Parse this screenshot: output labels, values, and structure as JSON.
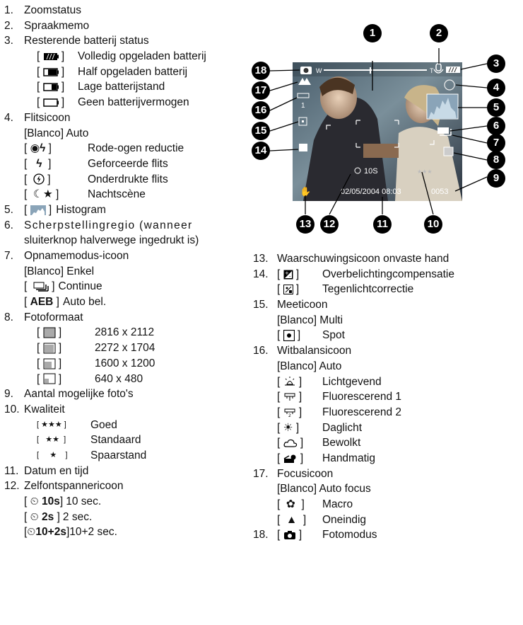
{
  "items_left": [
    {
      "num": "1.",
      "label": "Zoomstatus"
    },
    {
      "num": "2.",
      "label": "Spraakmemo"
    },
    {
      "num": "3.",
      "label": "Resterende batterij status",
      "sub": [
        {
          "icon": "battery-full-icon",
          "text": "Volledig opgeladen batterij"
        },
        {
          "icon": "battery-half-icon",
          "text": "Half opgeladen batterij"
        },
        {
          "icon": "battery-low-icon",
          "text": "Lage batterijstand"
        },
        {
          "icon": "battery-empty-icon",
          "text": "Geen batterijvermogen"
        }
      ]
    },
    {
      "num": "4.",
      "label": "Flitsicoon",
      "blank": "[Blanco] Auto",
      "sub": [
        {
          "icon": "red-eye-flash-icon",
          "text": "Rode-ogen reductie"
        },
        {
          "icon": "forced-flash-icon",
          "text": "Geforceerde flits"
        },
        {
          "icon": "flash-off-icon",
          "text": "Onderdrukte flits"
        },
        {
          "icon": "night-scene-icon",
          "text": "Nachtscène"
        }
      ]
    },
    {
      "num": "5.",
      "label": "Histogram"
    },
    {
      "num": "6.",
      "label": "Scherpstellingregio (wanneer",
      "label2": "sluiterknop halverwege ingedrukt is)"
    },
    {
      "num": "7.",
      "label": "Opnamemodus-icoon",
      "blank": "[Blanco] Enkel",
      "sub": [
        {
          "icon": "continuous-shot-icon",
          "text": "Continue"
        },
        {
          "icon": "aeb-icon",
          "bold": "AEB",
          "text": "Auto bel."
        }
      ]
    },
    {
      "num": "8.",
      "label": "Fotoformaat",
      "sub": [
        {
          "icon": "size-2816-icon",
          "text": "2816 x 2112"
        },
        {
          "icon": "size-2272-icon",
          "text": "2272 x 1704"
        },
        {
          "icon": "size-1600-icon",
          "text": "1600 x 1200"
        },
        {
          "icon": "size-640-icon",
          "text": "640 x 480"
        }
      ]
    },
    {
      "num": "9.",
      "label": "Aantal mogelijke foto's"
    },
    {
      "num": "10.",
      "label": "Kwaliteit",
      "sub": [
        {
          "stars": "★★★",
          "text": "Goed"
        },
        {
          "stars": "★★",
          "text": "Standaard"
        },
        {
          "stars": "★",
          "text": "Spaarstand"
        }
      ]
    },
    {
      "num": "11.",
      "label": "Datum en tijd"
    },
    {
      "num": "12.",
      "label": "Zelfontspannericoon",
      "sub": [
        {
          "timer": "10s",
          "text": "10 sec."
        },
        {
          "timer": "2s",
          "text": "2 sec."
        },
        {
          "timer": "10+2s",
          "text": "10+2 sec."
        }
      ]
    }
  ],
  "items_right": [
    {
      "num": "13.",
      "label": "Waarschuwingsicoon onvaste hand"
    },
    {
      "num": "14.",
      "sub_inline": [
        {
          "icon": "exposure-comp-icon",
          "text": "Overbelichtingcompensatie"
        },
        {
          "icon": "backlight-icon",
          "text": "Tegenlichtcorrectie"
        }
      ]
    },
    {
      "num": "15.",
      "label": "Meeticoon",
      "blank": "[Blanco] Multi",
      "sub": [
        {
          "icon": "spot-meter-icon",
          "text": "Spot"
        }
      ]
    },
    {
      "num": "16.",
      "label": "Witbalansicoon",
      "blank": "[Blanco] Auto",
      "sub": [
        {
          "icon": "incandescent-icon",
          "text": "Lichtgevend"
        },
        {
          "icon": "fluorescent1-icon",
          "text": "Fluorescerend 1"
        },
        {
          "icon": "fluorescent2-icon",
          "text": "Fluorescerend 2"
        },
        {
          "icon": "daylight-icon",
          "text": "Daglicht"
        },
        {
          "icon": "cloudy-icon",
          "text": "Bewolkt"
        },
        {
          "icon": "manual-wb-icon",
          "text": "Handmatig"
        }
      ]
    },
    {
      "num": "17.",
      "label": "Focusicoon",
      "blank": "[Blanco] Auto focus",
      "sub": [
        {
          "icon": "macro-icon",
          "text": "Macro"
        },
        {
          "icon": "infinity-icon",
          "text": "Oneindig"
        }
      ]
    },
    {
      "num": "18.",
      "icon": "camera-mode-icon",
      "label": "Fotomodus"
    }
  ],
  "screen": {
    "zoom_w": "W",
    "zoom_t": "T",
    "count": "0053",
    "datetime": "02/05/2004 08:03",
    "timer": "10S",
    "wb_num": "1",
    "stars": "★★★"
  },
  "callouts": [
    "1",
    "2",
    "3",
    "4",
    "5",
    "6",
    "7",
    "8",
    "9",
    "10",
    "11",
    "12",
    "13",
    "14",
    "15",
    "16",
    "17",
    "18"
  ],
  "colors": {
    "callout_bg": "#000000",
    "callout_fg": "#ffffff",
    "text": "#111111"
  }
}
